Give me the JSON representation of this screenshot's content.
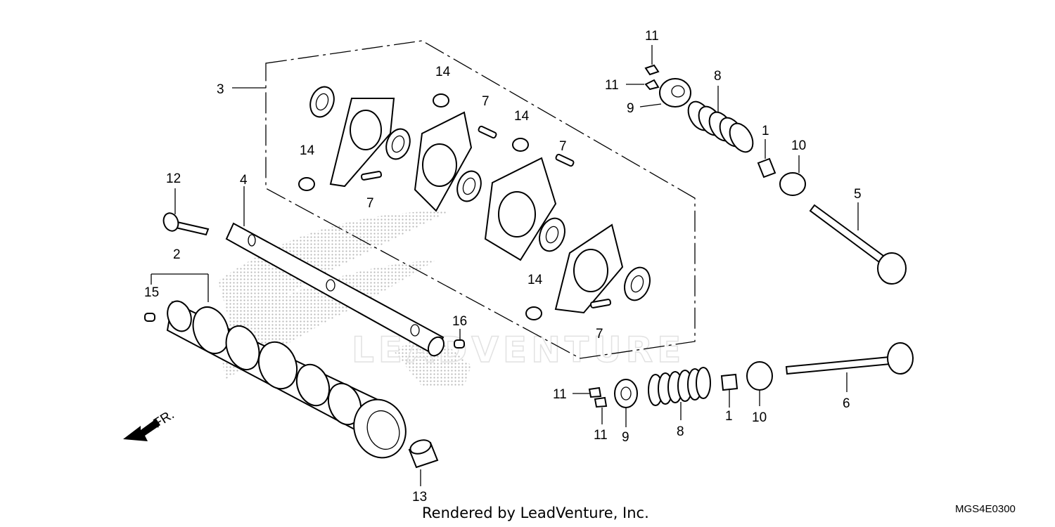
{
  "diagram": {
    "watermark": "LEADVENTURE",
    "credit": "Rendered by LeadVenture, Inc.",
    "diagram_code": "MGS4E0300",
    "direction_label": "FR.",
    "callouts": {
      "c3": "3",
      "c4": "4",
      "c2": "2",
      "c12": "12",
      "c15": "15",
      "c16": "16",
      "c13": "13",
      "c14a": "14",
      "c14b": "14",
      "c14c": "14",
      "c14d": "14",
      "c7a": "7",
      "c7b": "7",
      "c7c": "7",
      "c7d": "7",
      "c11a": "11",
      "c11b": "11",
      "c11c": "11",
      "c11d": "11",
      "c8a": "8",
      "c8b": "8",
      "c9a": "9",
      "c9b": "9",
      "c1a": "1",
      "c1b": "1",
      "c10a": "10",
      "c10b": "10",
      "c5": "5",
      "c6": "6"
    }
  }
}
